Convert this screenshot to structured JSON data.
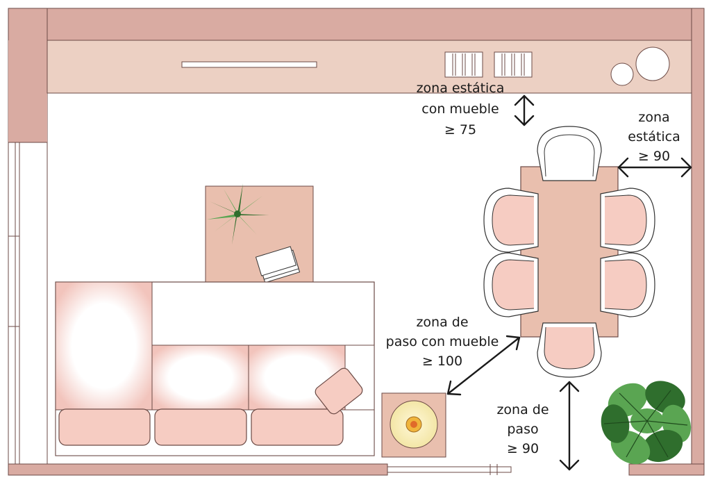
{
  "colors": {
    "wall": "#d9aba2",
    "wall_stroke": "#6b4a45",
    "shelf": "#ecd0c3",
    "furniture": "#e9bfae",
    "cushion": "#f6ccc2",
    "sofa_back": "#ffffff",
    "glow": "#f2c4bc",
    "arrow": "#1a1a1a",
    "plant_dark": "#2f6e2d",
    "plant_light": "#5aa552",
    "lamp": "#f3e6a6"
  },
  "labels": {
    "static_furniture": [
      "zona estática",
      "con mueble",
      "≥ 75"
    ],
    "static": [
      "zona",
      "estática",
      "≥ 90"
    ],
    "passage_furniture": [
      "zona de",
      "paso con mueble",
      "≥ 100"
    ],
    "passage": [
      "zona de",
      "paso",
      "≥ 90"
    ]
  }
}
